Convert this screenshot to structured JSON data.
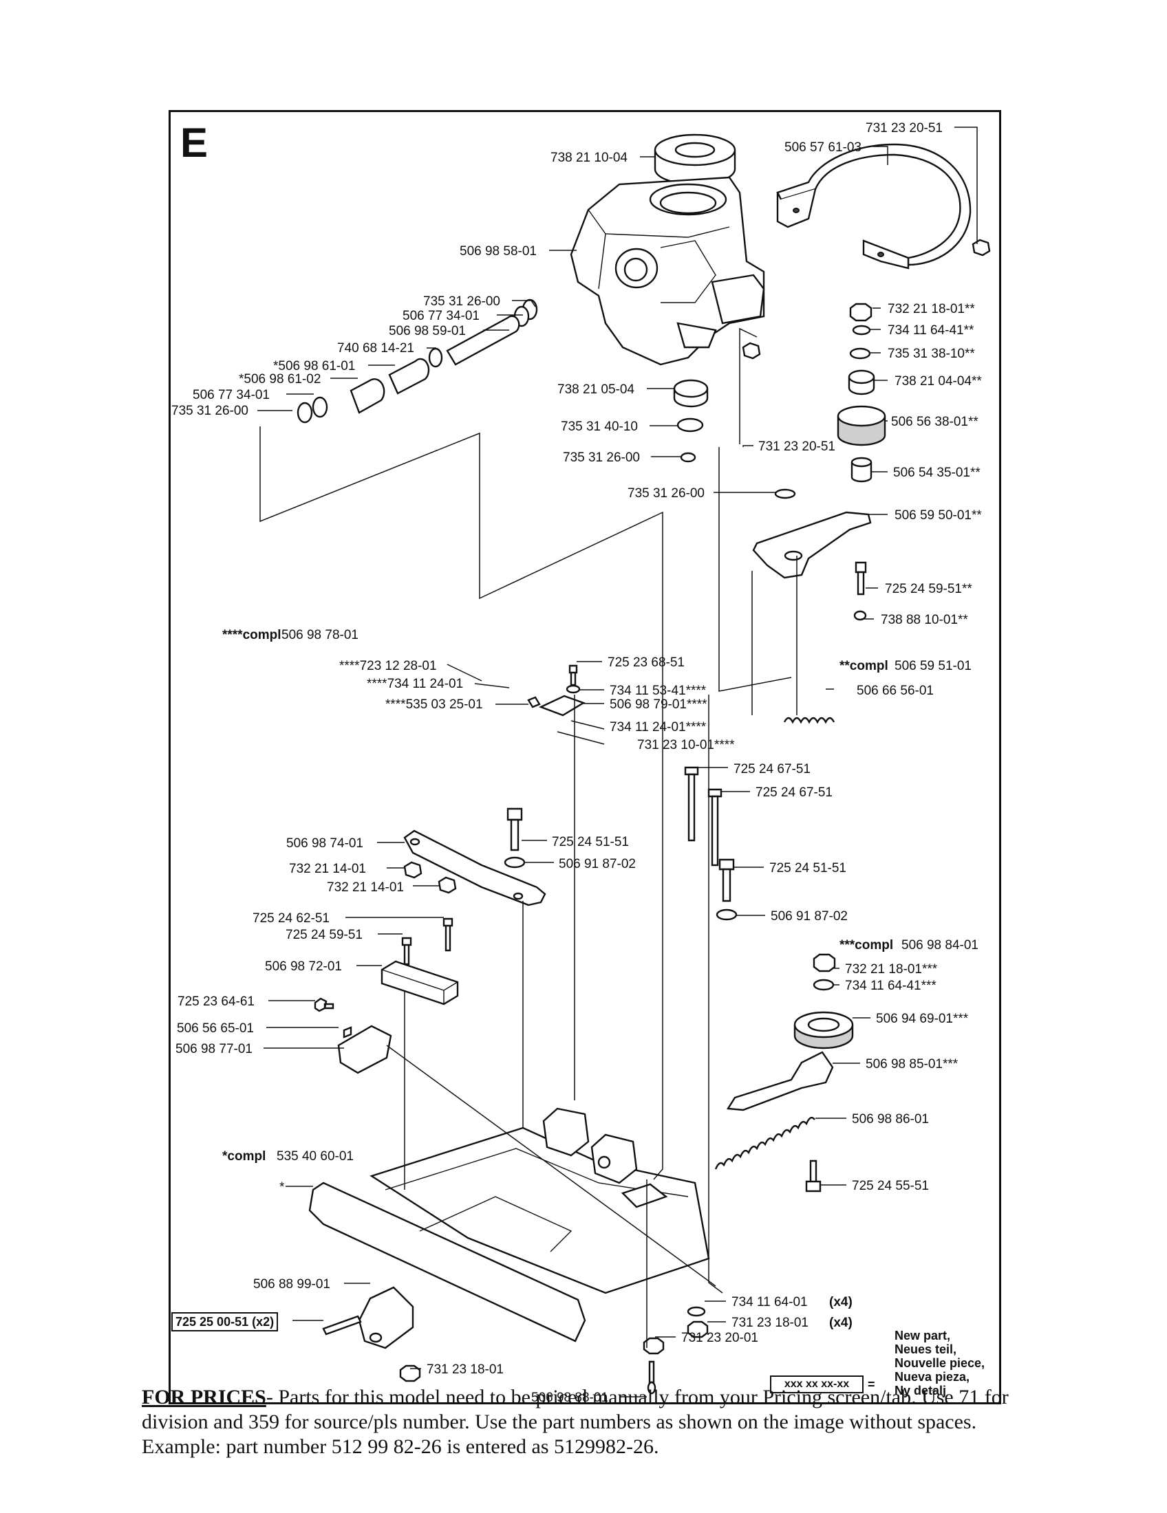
{
  "sheet": {
    "letter": "E"
  },
  "labels": [
    {
      "id": "p1",
      "text": "738 21 10-04"
    },
    {
      "id": "p2",
      "text": "731 23 20-51"
    },
    {
      "id": "p3",
      "text": "506 57 61-03"
    },
    {
      "id": "p4",
      "text": "506 98 58-01"
    },
    {
      "id": "p5",
      "text": "735 31 26-00"
    },
    {
      "id": "p6",
      "text": "506 77 34-01"
    },
    {
      "id": "p7",
      "text": "506 98 59-01"
    },
    {
      "id": "p8",
      "text": "740 68 14-21"
    },
    {
      "id": "p9",
      "text": "*506 98 61-01"
    },
    {
      "id": "p10",
      "text": "*506 98 61-02"
    },
    {
      "id": "p11",
      "text": "506 77 34-01"
    },
    {
      "id": "p12",
      "text": "735 31 26-00"
    },
    {
      "id": "p13",
      "text": "738 21 05-04"
    },
    {
      "id": "p14",
      "text": "735 31 40-10"
    },
    {
      "id": "p15",
      "text": "735 31 26-00"
    },
    {
      "id": "p16",
      "text": "735 31 26-00"
    },
    {
      "id": "p17",
      "text": "731 23 20-51"
    },
    {
      "id": "p18",
      "text": "732 21 18-01**"
    },
    {
      "id": "p19",
      "text": "734 11 64-41**"
    },
    {
      "id": "p20",
      "text": "735 31 38-10**"
    },
    {
      "id": "p21",
      "text": "738 21 04-04**"
    },
    {
      "id": "p22",
      "text": "506 56 38-01**"
    },
    {
      "id": "p23",
      "text": "506 54 35-01**"
    },
    {
      "id": "p24",
      "text": "506 59 50-01**"
    },
    {
      "id": "p25",
      "text": "725 24 59-51**"
    },
    {
      "id": "p26",
      "text": "738 88 10-01**"
    },
    {
      "id": "p27",
      "text": "725 23 68-51"
    },
    {
      "id": "p28",
      "text": "****723 12 28-01"
    },
    {
      "id": "p29",
      "text": "****734 11 24-01"
    },
    {
      "id": "p30",
      "text": "****535 03 25-01"
    },
    {
      "id": "p31",
      "text": "734 11 53-41****"
    },
    {
      "id": "p32",
      "text": "506 98 79-01****"
    },
    {
      "id": "p33",
      "text": "734 11 24-01****"
    },
    {
      "id": "p34",
      "text": "731 23 10-01****"
    },
    {
      "id": "p35",
      "text": "506 66 56-01"
    },
    {
      "id": "p36",
      "text": "725 24 67-51"
    },
    {
      "id": "p37",
      "text": "725 24 67-51"
    },
    {
      "id": "p38",
      "text": "506 98 74-01"
    },
    {
      "id": "p39",
      "text": "732 21 14-01"
    },
    {
      "id": "p40",
      "text": "732 21 14-01"
    },
    {
      "id": "p41",
      "text": "725 24 51-51"
    },
    {
      "id": "p42",
      "text": "506 91 87-02"
    },
    {
      "id": "p43",
      "text": "725 24 51-51"
    },
    {
      "id": "p44",
      "text": "506 91 87-02"
    },
    {
      "id": "p45",
      "text": "725 24 62-51"
    },
    {
      "id": "p46",
      "text": "725 24 59-51"
    },
    {
      "id": "p47",
      "text": "506 98 72-01"
    },
    {
      "id": "p48",
      "text": "725 23 64-61"
    },
    {
      "id": "p49",
      "text": "506 56 65-01"
    },
    {
      "id": "p50",
      "text": "506 98 77-01"
    },
    {
      "id": "p51",
      "text": "732 21 18-01***"
    },
    {
      "id": "p52",
      "text": "734 11 64-41***"
    },
    {
      "id": "p53",
      "text": "506 94 69-01***"
    },
    {
      "id": "p54",
      "text": "506 98 85-01***"
    },
    {
      "id": "p55",
      "text": "506 98 86-01"
    },
    {
      "id": "p56",
      "text": "725 24 55-51"
    },
    {
      "id": "p57",
      "text": "506 88 99-01"
    },
    {
      "id": "p58",
      "text": "734 11 64-01"
    },
    {
      "id": "p59",
      "text": "731 23 18-01"
    },
    {
      "id": "p60",
      "text": "731 23 20-01"
    },
    {
      "id": "p61",
      "text": "731 23 18-01"
    },
    {
      "id": "p62",
      "text": "506 98 88-01"
    },
    {
      "id": "p63",
      "text": "*"
    }
  ],
  "qty_suffix": {
    "x4": "(x4)"
  },
  "assemblies": {
    "compl_4star": {
      "prefix": "****compl",
      "number": "506 98 78-01"
    },
    "compl_2star": {
      "prefix": "**compl",
      "number": "506 59 51-01"
    },
    "compl_3star": {
      "prefix": "***compl",
      "number": "506 98 84-01"
    },
    "compl_1star": {
      "prefix": "*compl",
      "number": "535 40 60-01"
    }
  },
  "boxed_part": "725 25 00-51 (x2)",
  "new_part_legend": {
    "box": "xxx xx xx-xx",
    "equals": "=",
    "lines": [
      "New part,",
      "Neues teil,",
      "Nouvelle piece,",
      "Nueva pieza,",
      "Ny detalj"
    ]
  },
  "footer": {
    "heading": "FOR PRICES",
    "text": "- Parts for this model need to be priced manually from your Pricing screen/tab. Use 71 for division and 359 for source/pls number.   Use the part numbers as shown on the image without spaces.  Example: part number 512 99 82-26 is entered as 5129982-26."
  }
}
